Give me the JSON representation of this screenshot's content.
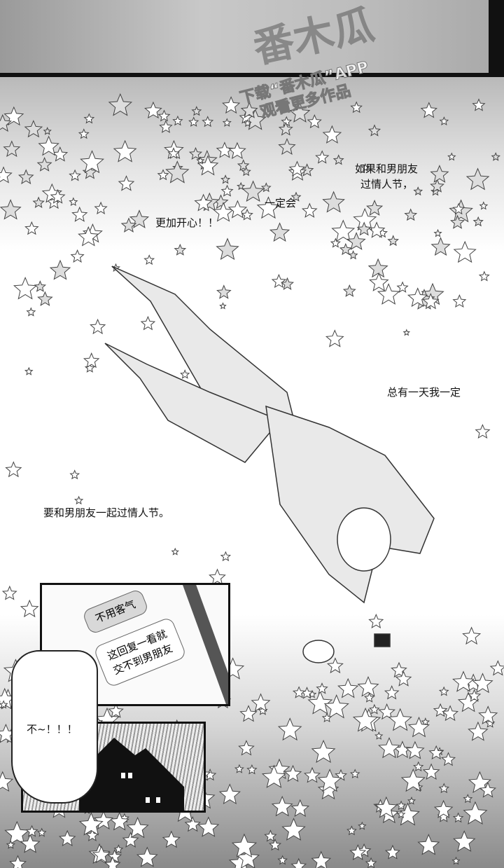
{
  "watermark": {
    "logo": "番木瓜",
    "line1": "下载“番木瓜”APP",
    "line2": "观看更多作品"
  },
  "captions": {
    "c1_line1": "如果和男朋友",
    "c1_line2": "过情人节，",
    "c2": "一定会",
    "c3": "更加开心！！",
    "c4": "总有一天我一定",
    "c5": "要和男朋友一起过情人节。"
  },
  "phone_panel": {
    "message1": "不用客气",
    "message2_line1": "这回复一看就",
    "message2_line2": "交不到男朋友"
  },
  "speech": {
    "shout": "不~！！！"
  },
  "colors": {
    "ink": "#111111",
    "screen_tone": "#b9b9b9"
  }
}
